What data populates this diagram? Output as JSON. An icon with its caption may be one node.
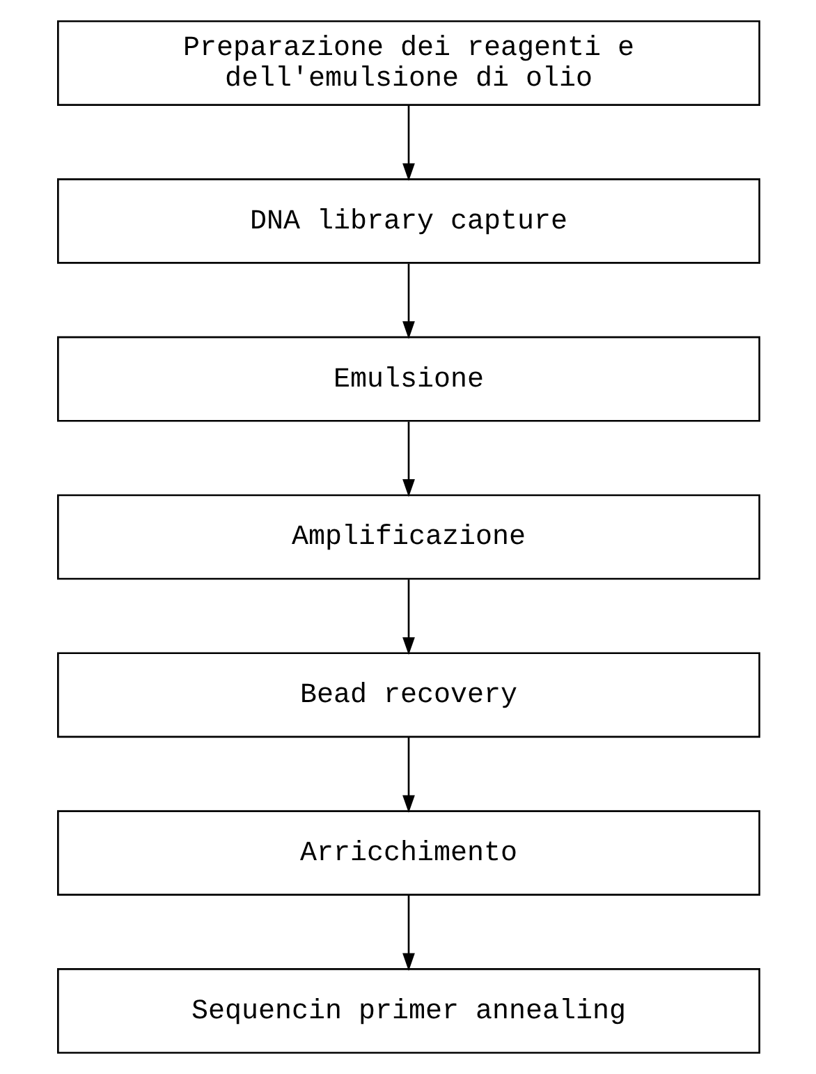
{
  "diagram": {
    "nodes": [
      {
        "text": [
          "Preparazione dei reagenti e dell'emulsione di olio"
        ]
      },
      {
        "text": [
          "DNA library capture"
        ]
      },
      {
        "text": [
          "Emulsione"
        ]
      },
      {
        "text": [
          "Amplificazione"
        ]
      },
      {
        "text": [
          "Bead recovery"
        ]
      },
      {
        "text": [
          "Arricchimento"
        ]
      },
      {
        "text": [
          "Sequencin primer annealing"
        ]
      }
    ],
    "edges": [
      {
        "from": 0,
        "to": 1,
        "arrow": "to"
      },
      {
        "from": 1,
        "to": 2,
        "arrow": "to"
      },
      {
        "from": 2,
        "to": 3,
        "arrow": "to"
      },
      {
        "from": 3,
        "to": 4,
        "arrow": "to"
      },
      {
        "from": 4,
        "to": 5,
        "arrow": "to"
      },
      {
        "from": 5,
        "to": 6,
        "arrow": "to"
      }
    ]
  }
}
